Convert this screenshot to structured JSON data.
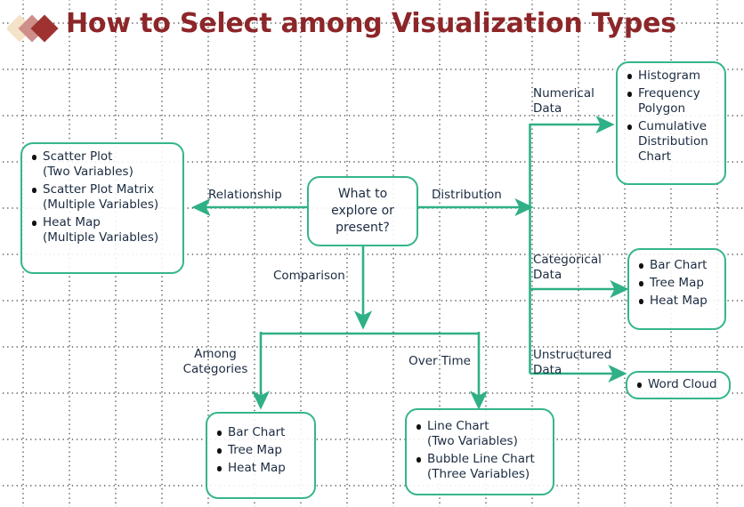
{
  "header": {
    "title": "How to Select among Visualization Types",
    "logo_icon": "stacked-diamonds-icon",
    "title_color": "#8D2629"
  },
  "theme": {
    "node_border": "#35B58C",
    "connector": "#2FB086",
    "text": "#1b2b40",
    "bullet": "#111111",
    "background": "#ffffff",
    "grid_dot": "#3a3a3a"
  },
  "diagram": {
    "type": "flowchart",
    "root": {
      "id": "decision",
      "label": "What to\nexplore or\npresent?",
      "line1": "What to",
      "line2": "explore or",
      "line3": "present?"
    },
    "branches": [
      {
        "id": "relationship",
        "label": "Relationship",
        "direction": "left",
        "target": "scatter-box"
      },
      {
        "id": "distribution",
        "label": "Distribution",
        "direction": "right",
        "sub_branches": [
          {
            "id": "numerical-data",
            "line1": "Numerical",
            "line2": "Data",
            "target": "numerical-box"
          },
          {
            "id": "categorical-data",
            "line1": "Categorical",
            "line2": "Data",
            "target": "categorical-box"
          },
          {
            "id": "unstructured-data",
            "line1": "Unstructured",
            "line2": "Data",
            "target": "wordcloud-box"
          }
        ]
      },
      {
        "id": "comparison",
        "label": "Comparison",
        "direction": "down",
        "sub_branches": [
          {
            "id": "among-categories",
            "line1": "Among",
            "line2": "Categories",
            "target": "categories-box"
          },
          {
            "id": "over-time",
            "line1": "Over Time",
            "line2": "",
            "target": "overtime-box"
          }
        ]
      }
    ],
    "boxes": [
      {
        "id": "scatter-box",
        "items": [
          {
            "title": "Scatter Plot",
            "sub": "(Two Variables)"
          },
          {
            "title": "Scatter Plot Matrix",
            "sub": "(Multiple Variables)"
          },
          {
            "title": "Heat Map",
            "sub": "(Multiple Variables)"
          }
        ]
      },
      {
        "id": "numerical-box",
        "items": [
          {
            "title": "Histogram",
            "sub": ""
          },
          {
            "title": "Frequency",
            "sub": "Polygon"
          },
          {
            "title": "Cumulative",
            "sub": "Distribution",
            "sub2": "Chart"
          }
        ]
      },
      {
        "id": "categorical-box",
        "items": [
          {
            "title": "Bar Chart",
            "sub": ""
          },
          {
            "title": "Tree Map",
            "sub": ""
          },
          {
            "title": "Heat Map",
            "sub": ""
          }
        ]
      },
      {
        "id": "wordcloud-box",
        "items": [
          {
            "title": "Word Cloud",
            "sub": ""
          }
        ]
      },
      {
        "id": "categories-box",
        "items": [
          {
            "title": "Bar Chart",
            "sub": ""
          },
          {
            "title": "Tree Map",
            "sub": ""
          },
          {
            "title": "Heat Map",
            "sub": ""
          }
        ]
      },
      {
        "id": "overtime-box",
        "items": [
          {
            "title": "Line Chart",
            "sub": "(Two Variables)"
          },
          {
            "title": "Bubble Line Chart",
            "sub": "(Three Variables)"
          }
        ]
      }
    ]
  }
}
